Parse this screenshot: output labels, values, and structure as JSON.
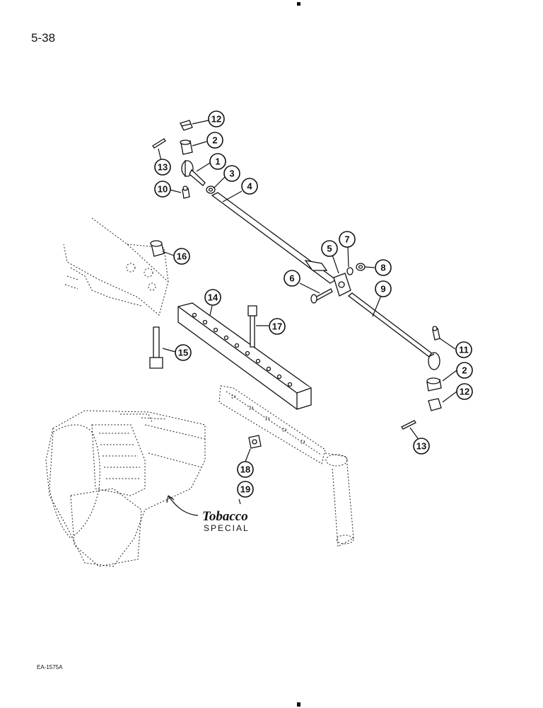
{
  "page_number": "5-38",
  "figure_code": "EA-1575A",
  "brand_logo": {
    "name": "Tobacco",
    "sub": "SPECIAL"
  },
  "callouts": [
    {
      "label": "12"
    },
    {
      "label": "2"
    },
    {
      "label": "13"
    },
    {
      "label": "1"
    },
    {
      "label": "3"
    },
    {
      "label": "10"
    },
    {
      "label": "4"
    },
    {
      "label": "16"
    },
    {
      "label": "7"
    },
    {
      "label": "5"
    },
    {
      "label": "8"
    },
    {
      "label": "6"
    },
    {
      "label": "9"
    },
    {
      "label": "14"
    },
    {
      "label": "17"
    },
    {
      "label": "15"
    },
    {
      "label": "11"
    },
    {
      "label": "2"
    },
    {
      "label": "12"
    },
    {
      "label": "13"
    },
    {
      "label": "18"
    },
    {
      "label": "19"
    }
  ]
}
